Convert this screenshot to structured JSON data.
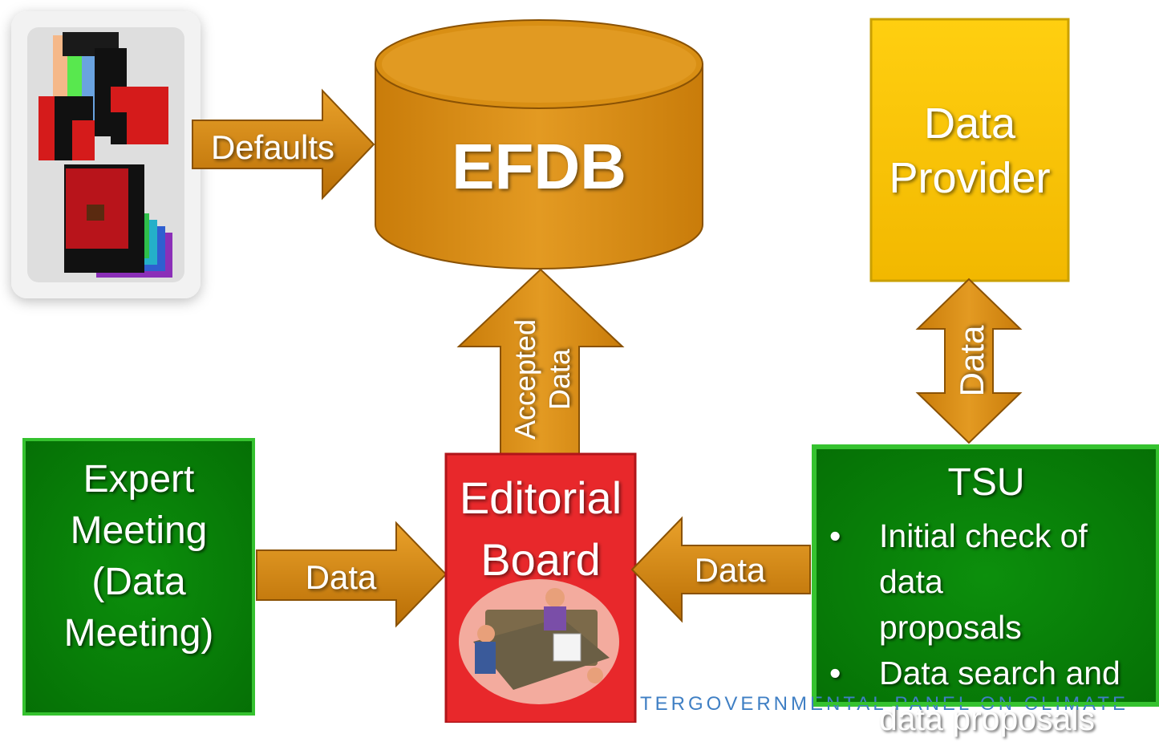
{
  "nodes": {
    "efdb": {
      "label": "EFDB"
    },
    "data_provider": {
      "line1": "Data",
      "line2": "Provider"
    },
    "expert_meeting": {
      "line1": "Expert",
      "line2": "Meeting",
      "line3": "(Data",
      "line4": "Meeting)"
    },
    "editorial_board": {
      "line1": "Editorial",
      "line2": "Board"
    },
    "tsu": {
      "title": "TSU",
      "bullets": [
        {
          "line1": "Initial check of data",
          "line2": "proposals"
        },
        {
          "line1": "Data search and",
          "line2": "data proposals"
        }
      ]
    }
  },
  "arrows": {
    "defaults": "Defaults",
    "accepted_line1": "Accepted",
    "accepted_line2": "Data",
    "provider_data": "Data",
    "expert_data": "Data",
    "tsu_data": "Data"
  },
  "footer": {
    "text": "TERGOVERNMENTAL PANEL ON CLIMATE"
  },
  "colors": {
    "orange": "#d4870a",
    "yellow": "#f5c400",
    "green": "#0a8a0a",
    "red": "#e8282b",
    "footer_blue": "#3f7fc4"
  }
}
